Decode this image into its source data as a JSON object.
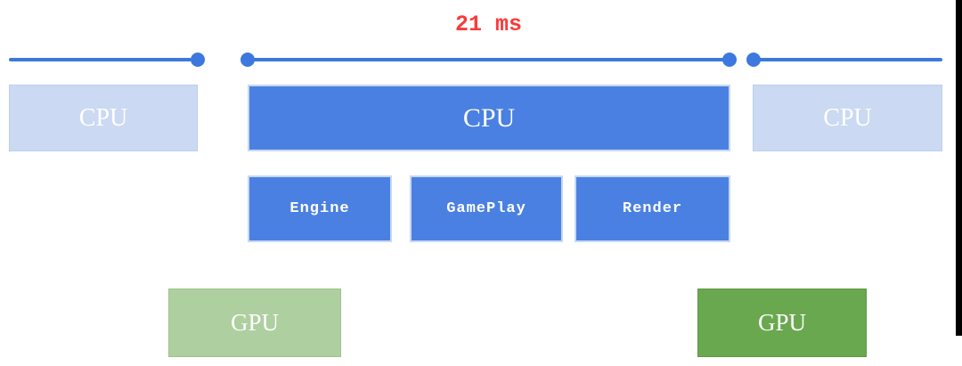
{
  "diagram": {
    "frame_time_label": "21 ms",
    "timeline": {
      "segments": [
        {
          "name": "previous-frame-timeline"
        },
        {
          "name": "current-frame-timeline"
        },
        {
          "name": "next-frame-timeline"
        }
      ]
    },
    "cpu_blocks": [
      {
        "label": "CPU",
        "variant": "faded"
      },
      {
        "label": "CPU",
        "variant": "active"
      },
      {
        "label": "CPU",
        "variant": "faded"
      }
    ],
    "cpu_stages": [
      {
        "label": "Engine"
      },
      {
        "label": "GamePlay"
      },
      {
        "label": "Render"
      }
    ],
    "gpu_blocks": [
      {
        "label": "GPU",
        "variant": "faded"
      },
      {
        "label": "GPU",
        "variant": "active"
      }
    ],
    "colors": {
      "accent_blue": "#4a80e1",
      "light_blue": "#cbd9f3",
      "timeline_blue": "#3c78dd",
      "light_green": "#aecf9f",
      "dark_green": "#6aa84f",
      "label_red": "#fa3a3a"
    }
  }
}
